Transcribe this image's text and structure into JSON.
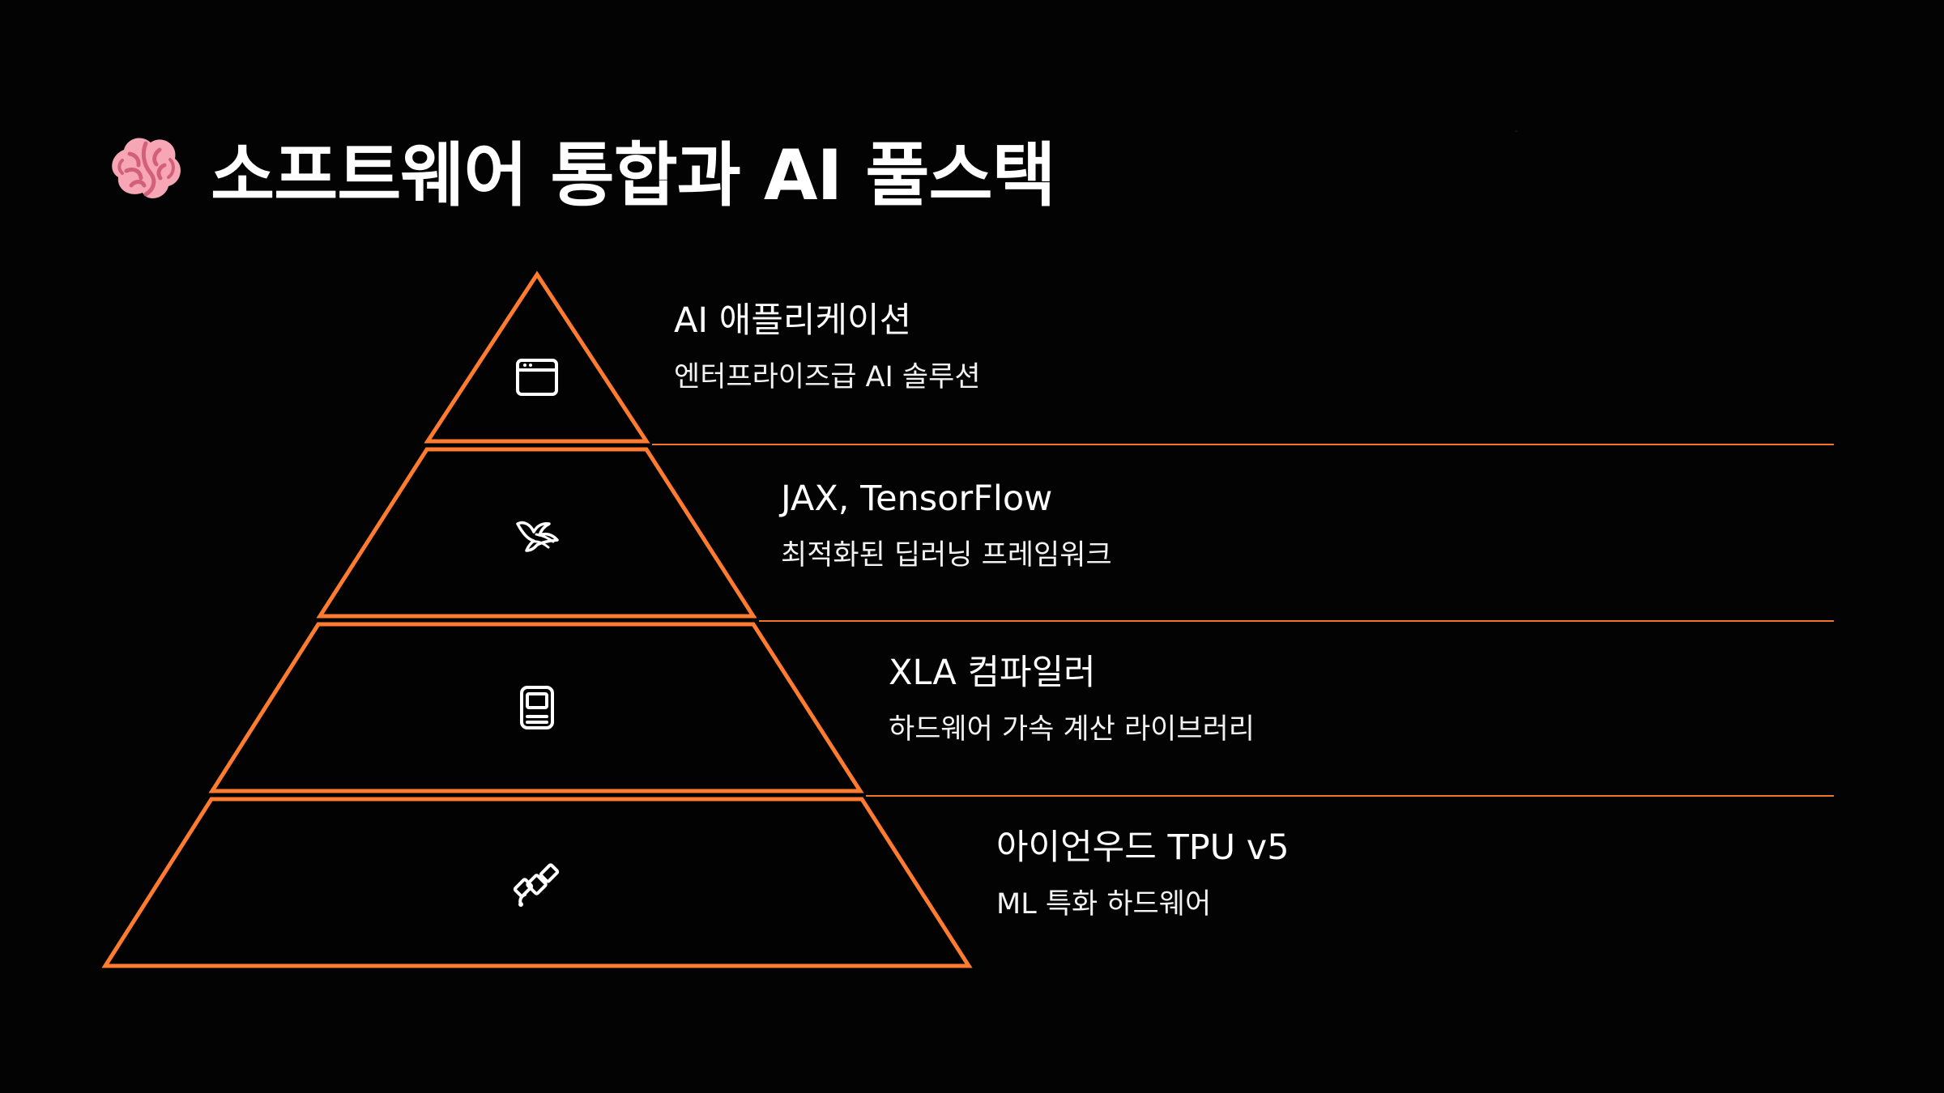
{
  "title": {
    "icon": "brain-icon",
    "text": "소프트웨어 통합과 AI 풀스택"
  },
  "theme": {
    "accent": "#ff7b2f",
    "background": "#000000",
    "text": "#ffffff"
  },
  "layers": [
    {
      "title": "AI 애플리케이션",
      "description": "엔터프라이즈급 AI 솔루션",
      "icon": "app-window-icon"
    },
    {
      "title": "JAX, TensorFlow",
      "description": "최적화된 딥러닝 프레임워크",
      "icon": "bird-icon"
    },
    {
      "title": "XLA 컴파일러",
      "description": "하드웨어 가속 계산 라이브러리",
      "icon": "computer-icon"
    },
    {
      "title": "아이언우드 TPU v5",
      "description": "ML 특화 하드웨어",
      "icon": "satellite-icon"
    }
  ]
}
